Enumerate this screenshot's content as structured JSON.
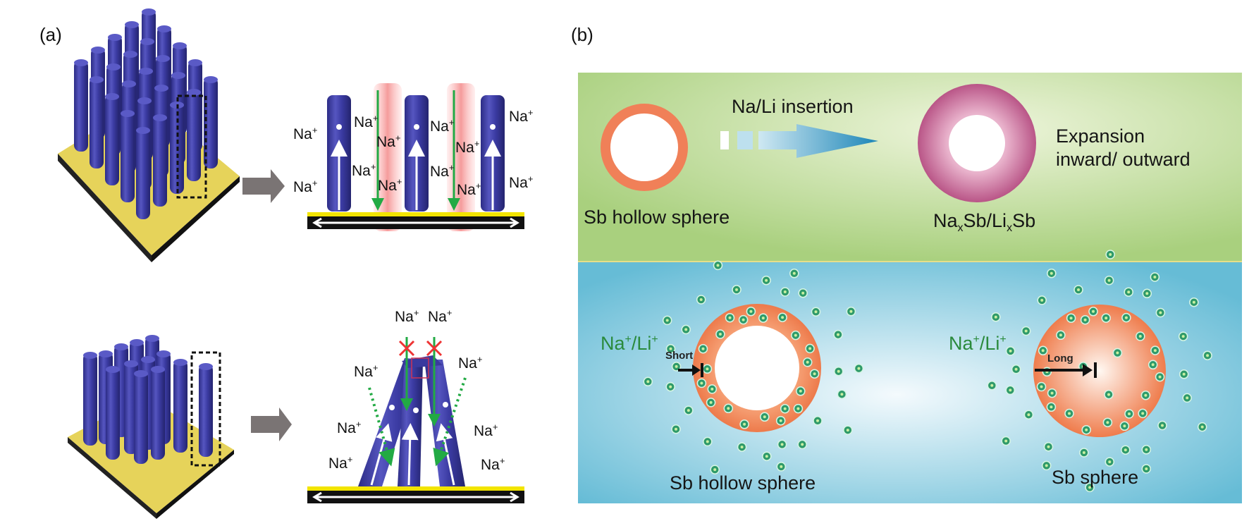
{
  "panel_a": {
    "label": "(a)",
    "top_row": {
      "description": "Straight nanorod array on substrate; zoomed rods with Na+ transport",
      "ion_labels": [
        "Na",
        "Na",
        "Na",
        "Na",
        "Na",
        "Na",
        "Na",
        "Na",
        "Na",
        "Na",
        "Na",
        "Na"
      ],
      "charge": "+"
    },
    "bottom_row": {
      "description": "Bundled nanorod array; zoomed rods with blocked Na+ paths",
      "ion_labels": [
        "Na",
        "Na",
        "Na",
        "Na",
        "Na",
        "Na",
        "Na",
        "Na"
      ],
      "charge": "+"
    }
  },
  "panel_b": {
    "label": "(b)",
    "top": {
      "left_caption": "Sb hollow sphere",
      "arrow_label": "Na/Li insertion",
      "right_caption_parts": [
        "Na",
        "x",
        "Sb/Li",
        "x",
        "Sb"
      ],
      "expansion_line1": "Expansion",
      "expansion_line2": "inward/ outward"
    },
    "bottom": {
      "left_ion_label": "Na",
      "left_ion_label_2": "/Li",
      "charge": "+",
      "left_arrow_label": "Short",
      "left_caption": "Sb hollow sphere",
      "right_ion_label": "Na",
      "right_ion_label_2": "/Li",
      "right_arrow_label": "Long",
      "right_caption": "Sb sphere"
    }
  },
  "colors": {
    "rod": "#3a3a9e",
    "substrate": "#e8d45a",
    "arrow_gray": "#7a7474",
    "green_arrow": "#22aa44",
    "red_cross": "#ee3333",
    "shell_orange": "#f0875a",
    "shell_pink": "#c0608e",
    "ion_green": "#2e9a6a",
    "bg_green": "#b8d890",
    "bg_blue": "#8ccde0"
  }
}
